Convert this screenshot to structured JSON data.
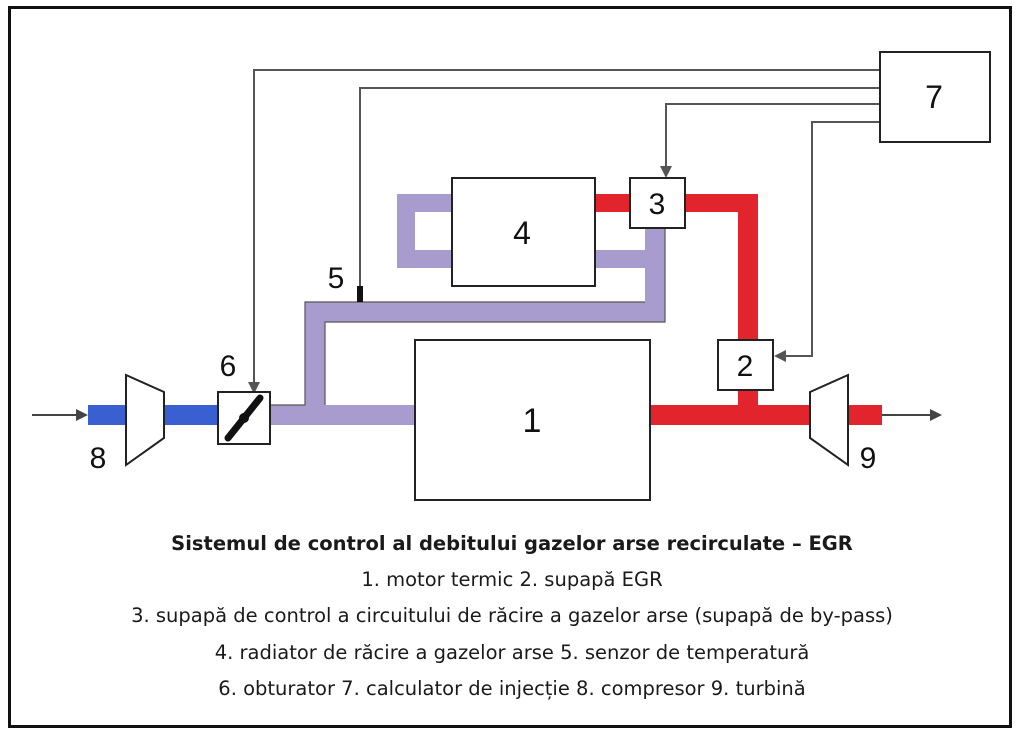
{
  "diagram": {
    "labels": {
      "motor": "1",
      "egr_valve": "2",
      "bypass_valve": "3",
      "cooler": "4",
      "sensor": "5",
      "throttle": "6",
      "ecu": "7",
      "compressor": "8",
      "turbine": "9"
    },
    "colors": {
      "intake_fresh": "#3a5fd0",
      "intake_mixed": "#a89ccf",
      "exhaust": "#e2242c",
      "outline": "#222222",
      "signal_line": "#444444"
    }
  },
  "caption": {
    "title": "Sistemul de control al debitului gazelor arse recirculate – EGR",
    "lines": [
      "1. motor termic 2. supapă EGR",
      "3. supapă de control a circuitului de răcire a gazelor arse (supapă de by-pass)",
      "4. radiator de răcire a gazelor arse 5. senzor de temperatură",
      "6. obturator 7. calculator de injecție 8. compresor 9. turbină"
    ]
  }
}
